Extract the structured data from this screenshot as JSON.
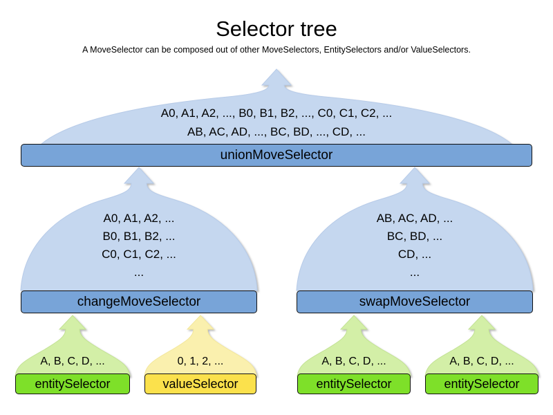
{
  "header": {
    "title": "Selector tree",
    "subtitle": "A MoveSelector can be composed out of other MoveSelectors, EntitySelectors and/or ValueSelectors."
  },
  "colors": {
    "move_selector_bar": "#78a4d8",
    "move_selector_balloon": "#c5d7ef",
    "entity_selector_bar": "#7ee029",
    "entity_selector_balloon": "#d3efa7",
    "value_selector_bar": "#fbe14c",
    "value_selector_balloon": "#faf0ae",
    "outline": "#111111",
    "background": "#ffffff"
  },
  "nodes": {
    "union": {
      "label": "unionMoveSelector",
      "kind": "moveSelector",
      "lines": [
        "A0, A1, A2, ..., B0, B1, B2, ..., C0, C1, C2, ...",
        "AB, AC, AD, ..., BC, BD, ..., CD, ..."
      ]
    },
    "change": {
      "label": "changeMoveSelector",
      "kind": "moveSelector",
      "lines": [
        "A0, A1, A2, ...",
        "B0, B1, B2, ...",
        "C0, C1, C2, ...",
        "..."
      ]
    },
    "swap": {
      "label": "swapMoveSelector",
      "kind": "moveSelector",
      "lines": [
        "AB, AC, AD, ...",
        "BC, BD, ...",
        "CD, ...",
        "..."
      ]
    },
    "entity1": {
      "label": "entitySelector",
      "kind": "entitySelector",
      "lines": [
        "A, B, C, D, ..."
      ]
    },
    "value1": {
      "label": "valueSelector",
      "kind": "valueSelector",
      "lines": [
        "0, 1, 2, ..."
      ]
    },
    "entity2": {
      "label": "entitySelector",
      "kind": "entitySelector",
      "lines": [
        "A, B, C, D, ..."
      ]
    },
    "entity3": {
      "label": "entitySelector",
      "kind": "entitySelector",
      "lines": [
        "A, B, C, D, ..."
      ]
    }
  }
}
